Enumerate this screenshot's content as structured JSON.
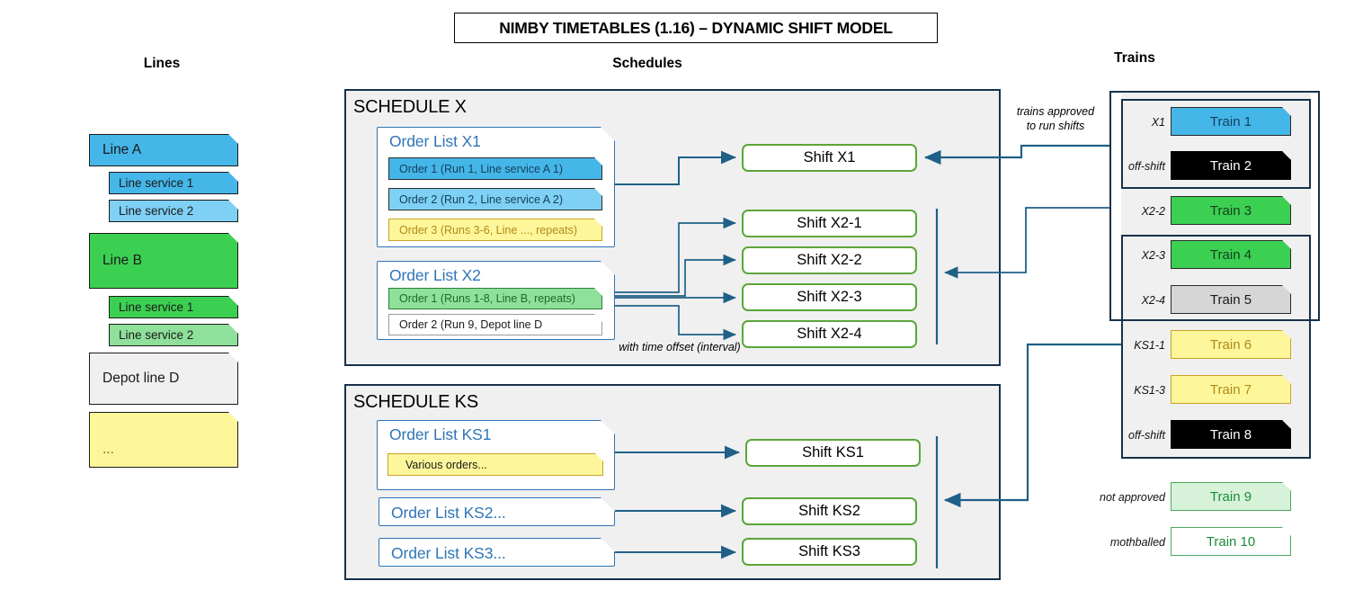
{
  "title": "NIMBY TIMETABLES (1.16) – DYNAMIC SHIFT MODEL",
  "headings": {
    "lines": "Lines",
    "schedules": "Schedules",
    "trains": "Trains"
  },
  "colors": {
    "blue_dark": "#45b6e8",
    "blue_light": "#7fd0f5",
    "green_dark": "#3cd052",
    "green_light": "#8fe09a",
    "yellow": "#fdf69a",
    "grey": "#d6d6d6",
    "black": "#000000",
    "panel_grey": "#f0f0f0",
    "border_navy": "#17314a",
    "accent_blue": "#2e75b6",
    "shift_green": "#5ba639",
    "wire": "#1f6087"
  },
  "lines": {
    "items": [
      {
        "label": "Line A",
        "kind": "line",
        "fill": "#45b6e8",
        "text": "#1a1a1a"
      },
      {
        "label": "Line service 1",
        "kind": "service",
        "fill": "#45b6e8",
        "text": "#1a1a1a"
      },
      {
        "label": "Line service 2",
        "kind": "service",
        "fill": "#7fd0f5",
        "text": "#1a1a1a"
      },
      {
        "label": "Line B",
        "kind": "line",
        "fill": "#3cd052",
        "text": "#1a1a1a"
      },
      {
        "label": "Line service 1",
        "kind": "service",
        "fill": "#3cd052",
        "text": "#1a1a1a"
      },
      {
        "label": "Line service 2",
        "kind": "service",
        "fill": "#8fe09a",
        "text": "#1a1a1a"
      },
      {
        "label": "Depot line D",
        "kind": "line",
        "fill": "#f0f0f0",
        "text": "#1a1a1a"
      },
      {
        "label": "...",
        "kind": "line",
        "fill": "#fdf69a",
        "text": "#7a6a16"
      }
    ]
  },
  "schedules": [
    {
      "name": "SCHEDULE X",
      "order_lists": [
        {
          "title": "Order List X1",
          "orders": [
            {
              "label": "Order 1 (Run 1, Line service A 1)",
              "fill": "#45b6e8",
              "text": "#14405e",
              "border": "#2b2b2b"
            },
            {
              "label": "Order 2 (Run 2, Line service A 2)",
              "fill": "#7fd0f5",
              "text": "#14405e",
              "border": "#2b2b2b"
            },
            {
              "label": "Order 3 (Runs 3-6, Line ..., repeats)",
              "fill": "#fdf69a",
              "text": "#b08a19",
              "border": "#c9a227"
            }
          ]
        },
        {
          "title": "Order List X2",
          "orders": [
            {
              "label": "Order 1 (Runs 1-8, Line B, repeats)",
              "fill": "#8fe09a",
              "text": "#1d6b2c",
              "border": "#2e7d3a"
            },
            {
              "label": "Order 2 (Run 9, Depot line D",
              "fill": "#ffffff",
              "text": "#1a1a1a",
              "border": "#9a9a9a"
            }
          ]
        }
      ],
      "shifts": [
        "Shift X1",
        "Shift X2-1",
        "Shift X2-2",
        "Shift X2-3",
        "Shift X2-4"
      ],
      "annotation": "with time offset (interval)"
    },
    {
      "name": "SCHEDULE KS",
      "order_lists": [
        {
          "title": "Order List KS1",
          "orders": [
            {
              "label": "Various orders...",
              "fill": "#fdf69a",
              "text": "#1a1a1a",
              "border": "#c9a227"
            }
          ]
        },
        {
          "title": "Order List KS2...",
          "orders": []
        },
        {
          "title": "Order List KS3...",
          "orders": []
        }
      ],
      "shifts": [
        "Shift KS1",
        "Shift KS2",
        "Shift KS3"
      ],
      "annotation": ""
    }
  ],
  "trains": {
    "note": "trains approved\nto run shifts",
    "note_line1": "trains approved",
    "note_line2": "to run shifts",
    "assigned": [
      {
        "tag": "X1",
        "label": "Train 1",
        "fill": "#45b6e8",
        "text": "#14405e",
        "border": "#2b2b2b"
      },
      {
        "tag": "off-shift",
        "label": "Train 2",
        "fill": "#000000",
        "text": "#ffffff",
        "border": "#000000"
      },
      {
        "tag": "X2-2",
        "label": "Train 3",
        "fill": "#3cd052",
        "text": "#14401c",
        "border": "#2b2b2b"
      },
      {
        "tag": "X2-3",
        "label": "Train 4",
        "fill": "#3cd052",
        "text": "#14401c",
        "border": "#2b2b2b"
      },
      {
        "tag": "X2-4",
        "label": "Train 5",
        "fill": "#d6d6d6",
        "text": "#1a1a1a",
        "border": "#2b2b2b"
      },
      {
        "tag": "KS1-1",
        "label": "Train 6",
        "fill": "#fdf69a",
        "text": "#b08a19",
        "border": "#c9a227"
      },
      {
        "tag": "KS1-3",
        "label": "Train 7",
        "fill": "#fdf69a",
        "text": "#b08a19",
        "border": "#c9a227"
      },
      {
        "tag": "off-shift",
        "label": "Train 8",
        "fill": "#000000",
        "text": "#ffffff",
        "border": "#000000"
      }
    ],
    "unassigned": [
      {
        "tag": "not approved",
        "label": "Train 9",
        "fill": "#d6f2d8",
        "text": "#1d8a3a",
        "border": "#4aa85c"
      },
      {
        "tag": "mothballed",
        "label": "Train 10",
        "fill": "#ffffff",
        "text": "#1d8a3a",
        "border": "#4aa85c"
      }
    ]
  }
}
